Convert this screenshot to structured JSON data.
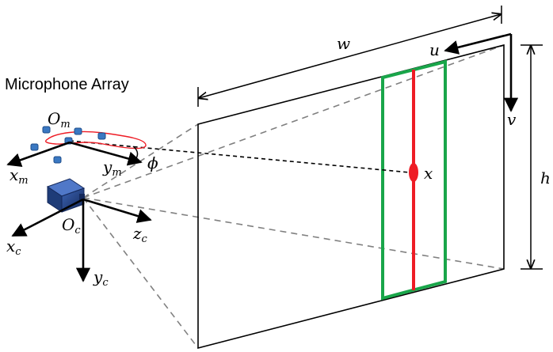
{
  "title": "Microphone Array",
  "labels": {
    "w": "w",
    "h": "h",
    "u": "u",
    "v": "v",
    "x": "x",
    "phi": "ϕ",
    "O": "O",
    "O_m_sub": "m",
    "O_c_sub": "c",
    "x_axis": "x",
    "y_axis": "y",
    "z_axis": "z",
    "m_sub": "m",
    "c_sub": "c"
  },
  "colors": {
    "line": "#000000",
    "dashed": "#808080",
    "highlight": "#ee1c25",
    "region": "#19a64a",
    "mic": "#3a78c2",
    "camera": "#1e3c78"
  }
}
